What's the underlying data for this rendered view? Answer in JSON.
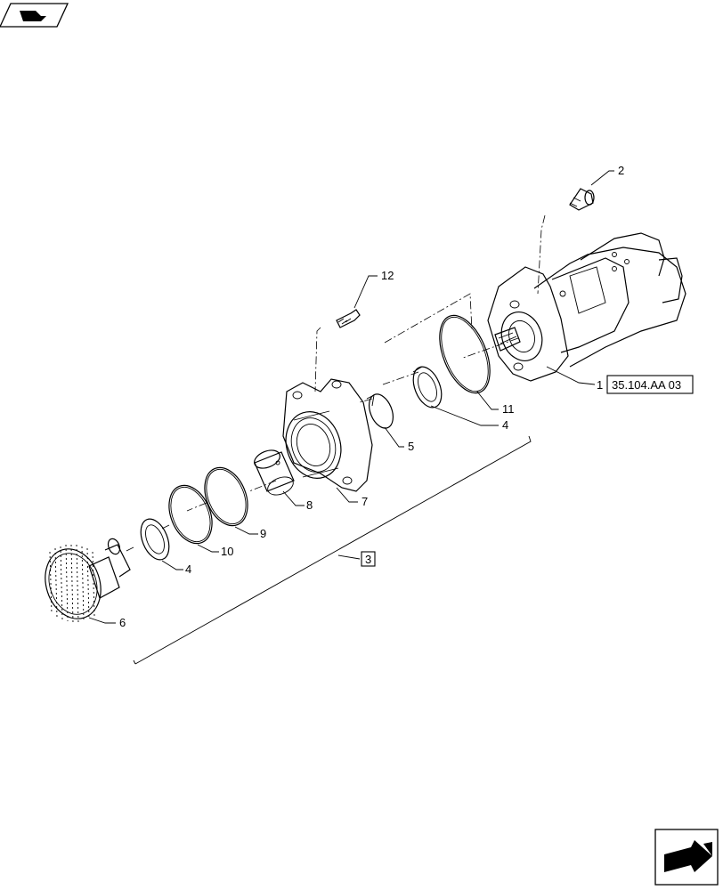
{
  "labels": {
    "p1": "1",
    "p2": "2",
    "p3": "3",
    "p4a": "4",
    "p4b": "4",
    "p5": "5",
    "p6": "6",
    "p7": "7",
    "p8": "8",
    "p9": "9",
    "p10": "10",
    "p11": "11",
    "p12": "12",
    "ref": "35.104.AA 03"
  },
  "icons": {
    "top_left": "book-nav-icon",
    "bottom_right": "next-page-arrow-icon"
  }
}
